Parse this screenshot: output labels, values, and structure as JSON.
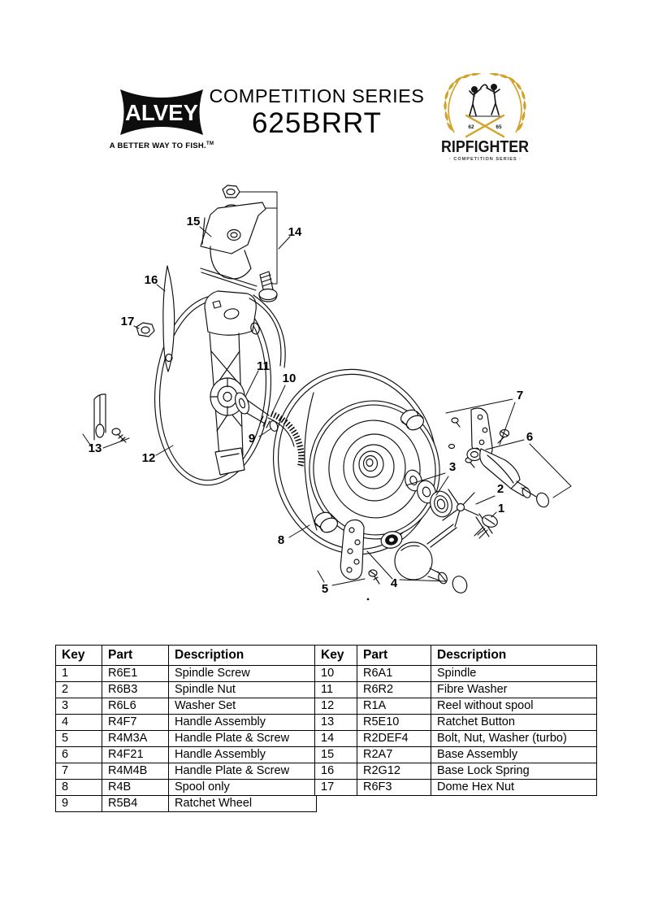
{
  "header": {
    "brand": {
      "name": "ALVEY",
      "tagline": "A BETTER WAY TO FISH.",
      "tm": "TM"
    },
    "series_title": "COMPETITION SERIES",
    "model": "625BRRT",
    "crest": {
      "left_num": "62",
      "right_num": "65",
      "brand": "RIPFIGHTER",
      "subtitle": "· COMPETITION SERIES ·",
      "gold": "#D2A127",
      "ink": "#141414"
    }
  },
  "diagram": {
    "callouts": [
      "1",
      "2",
      "3",
      "4",
      "5",
      "6",
      "7",
      "8",
      "9",
      "10",
      "11",
      "12",
      "13",
      "14",
      "15",
      "16",
      "17"
    ]
  },
  "parts_table": {
    "columns": [
      "Key",
      "Part",
      "Description"
    ],
    "left_rows": [
      {
        "key": "1",
        "part": "R6E1",
        "desc": "Spindle Screw"
      },
      {
        "key": "2",
        "part": "R6B3",
        "desc": "Spindle Nut"
      },
      {
        "key": "3",
        "part": "R6L6",
        "desc": "Washer Set"
      },
      {
        "key": "4",
        "part": "R4F7",
        "desc": "Handle Assembly"
      },
      {
        "key": "5",
        "part": "R4M3A",
        "desc": "Handle Plate & Screw"
      },
      {
        "key": "6",
        "part": "R4F21",
        "desc": "Handle Assembly"
      },
      {
        "key": "7",
        "part": "R4M4B",
        "desc": "Handle Plate & Screw"
      },
      {
        "key": "8",
        "part": "R4B",
        "desc": "Spool only"
      },
      {
        "key": "9",
        "part": "R5B4",
        "desc": "Ratchet Wheel"
      }
    ],
    "right_rows": [
      {
        "key": "10",
        "part": "R6A1",
        "desc": "Spindle"
      },
      {
        "key": "11",
        "part": "R6R2",
        "desc": "Fibre Washer"
      },
      {
        "key": "12",
        "part": "R1A",
        "desc": "Reel without spool"
      },
      {
        "key": "13",
        "part": "R5E10",
        "desc": "Ratchet Button"
      },
      {
        "key": "14",
        "part": "R2DEF4",
        "desc": "Bolt, Nut, Washer (turbo)"
      },
      {
        "key": "15",
        "part": "R2A7",
        "desc": "Base Assembly"
      },
      {
        "key": "16",
        "part": "R2G12",
        "desc": "Base Lock Spring"
      },
      {
        "key": "17",
        "part": "R6F3",
        "desc": "Dome Hex Nut"
      }
    ]
  }
}
